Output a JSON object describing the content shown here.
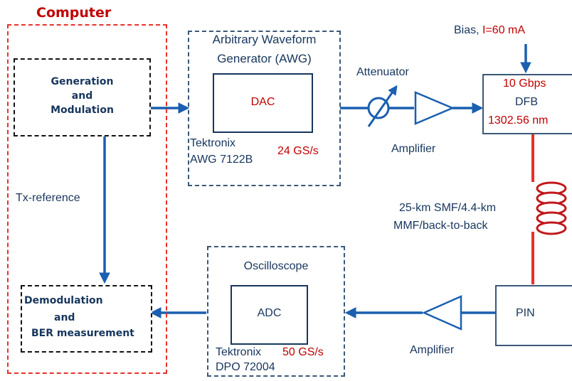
{
  "computer": {
    "title": "Computer",
    "generation_line1": "Generation",
    "generation_line2": "and",
    "generation_line3": "Modulation",
    "demod_line1": "Demodulation",
    "demod_line2": "and",
    "demod_line3": "BER measurement",
    "tx_reference": "Tx-reference"
  },
  "awg": {
    "title_line1": "Arbitrary Waveform",
    "title_line2": "Generator (AWG)",
    "dac": "DAC",
    "maker": "Tektronix",
    "model": "AWG 7122B",
    "rate": "24 GS/s"
  },
  "tx_path": {
    "attenuator": "Attenuator",
    "amplifier": "Amplifier"
  },
  "dfb": {
    "bias_prefix": "Bias, ",
    "bias_value": "I=60 mA",
    "rate": "10 Gbps",
    "label": "DFB",
    "wavelength": "1302.56 nm"
  },
  "fiber": {
    "line1": "25-km SMF/4.4-km",
    "line2": "MMF/back-to-back"
  },
  "rx_path": {
    "pin": "PIN",
    "amplifier": "Amplifier"
  },
  "scope": {
    "title": "Oscilloscope",
    "adc": "ADC",
    "maker": "Tektronix",
    "model": "DPO 72004",
    "rate": "50 GS/s"
  },
  "colors": {
    "red": "#e8312b",
    "dark_red": "#c0191c",
    "blue": "#1a5fb0",
    "navy": "#17365d",
    "slate": "#3b5878",
    "text_red": "#c00000"
  }
}
